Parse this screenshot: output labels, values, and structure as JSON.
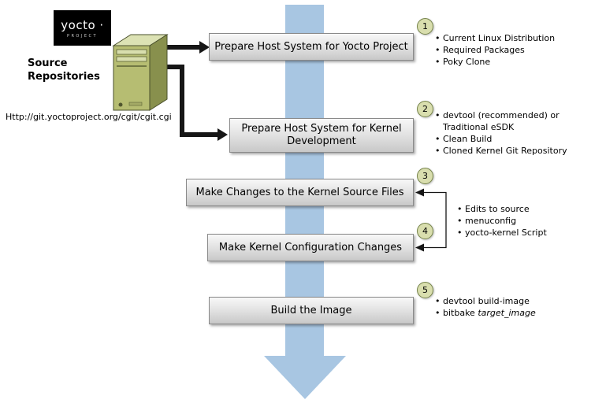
{
  "logo": {
    "title": "yocto ·",
    "subtitle": "PROJECT"
  },
  "source_repositories": {
    "label": "Source Repositories",
    "url": "Http://git.yoctoproject.org/cgit/cgit.cgi"
  },
  "steps": [
    {
      "number": "1",
      "label": "Prepare Host System for Yocto Project",
      "bullets": [
        "Current Linux Distribution",
        "Required Packages",
        "Poky Clone"
      ]
    },
    {
      "number": "2",
      "label": "Prepare Host System for Kernel Development",
      "bullets": [
        "devtool (recommended) or Traditional eSDK",
        "Clean Build",
        "Cloned Kernel Git Repository"
      ]
    },
    {
      "number": "3",
      "label": "Make Changes to the Kernel Source Files"
    },
    {
      "number": "4",
      "label": "Make Kernel Configuration Changes"
    },
    {
      "number": "5",
      "label": "Build the Image"
    }
  ],
  "shared_bullets": [
    "Edits to source",
    "menuconfig",
    "yocto-kernel Script"
  ],
  "build_bullets": [
    {
      "text": "devtool build-image",
      "italic": ""
    },
    {
      "text": "bitbake ",
      "italic": "target_image"
    }
  ],
  "colors": {
    "flow_arrow": "#a8c6e2",
    "connector_black": "#161616",
    "step_circle_fill": "#d9deae",
    "step_circle_border": "#75834a",
    "box_border": "#8a8a8a",
    "server_front": "#b6bd72",
    "server_side": "#88904d",
    "server_top": "#dce2b4",
    "logo_bg": "#000000"
  }
}
